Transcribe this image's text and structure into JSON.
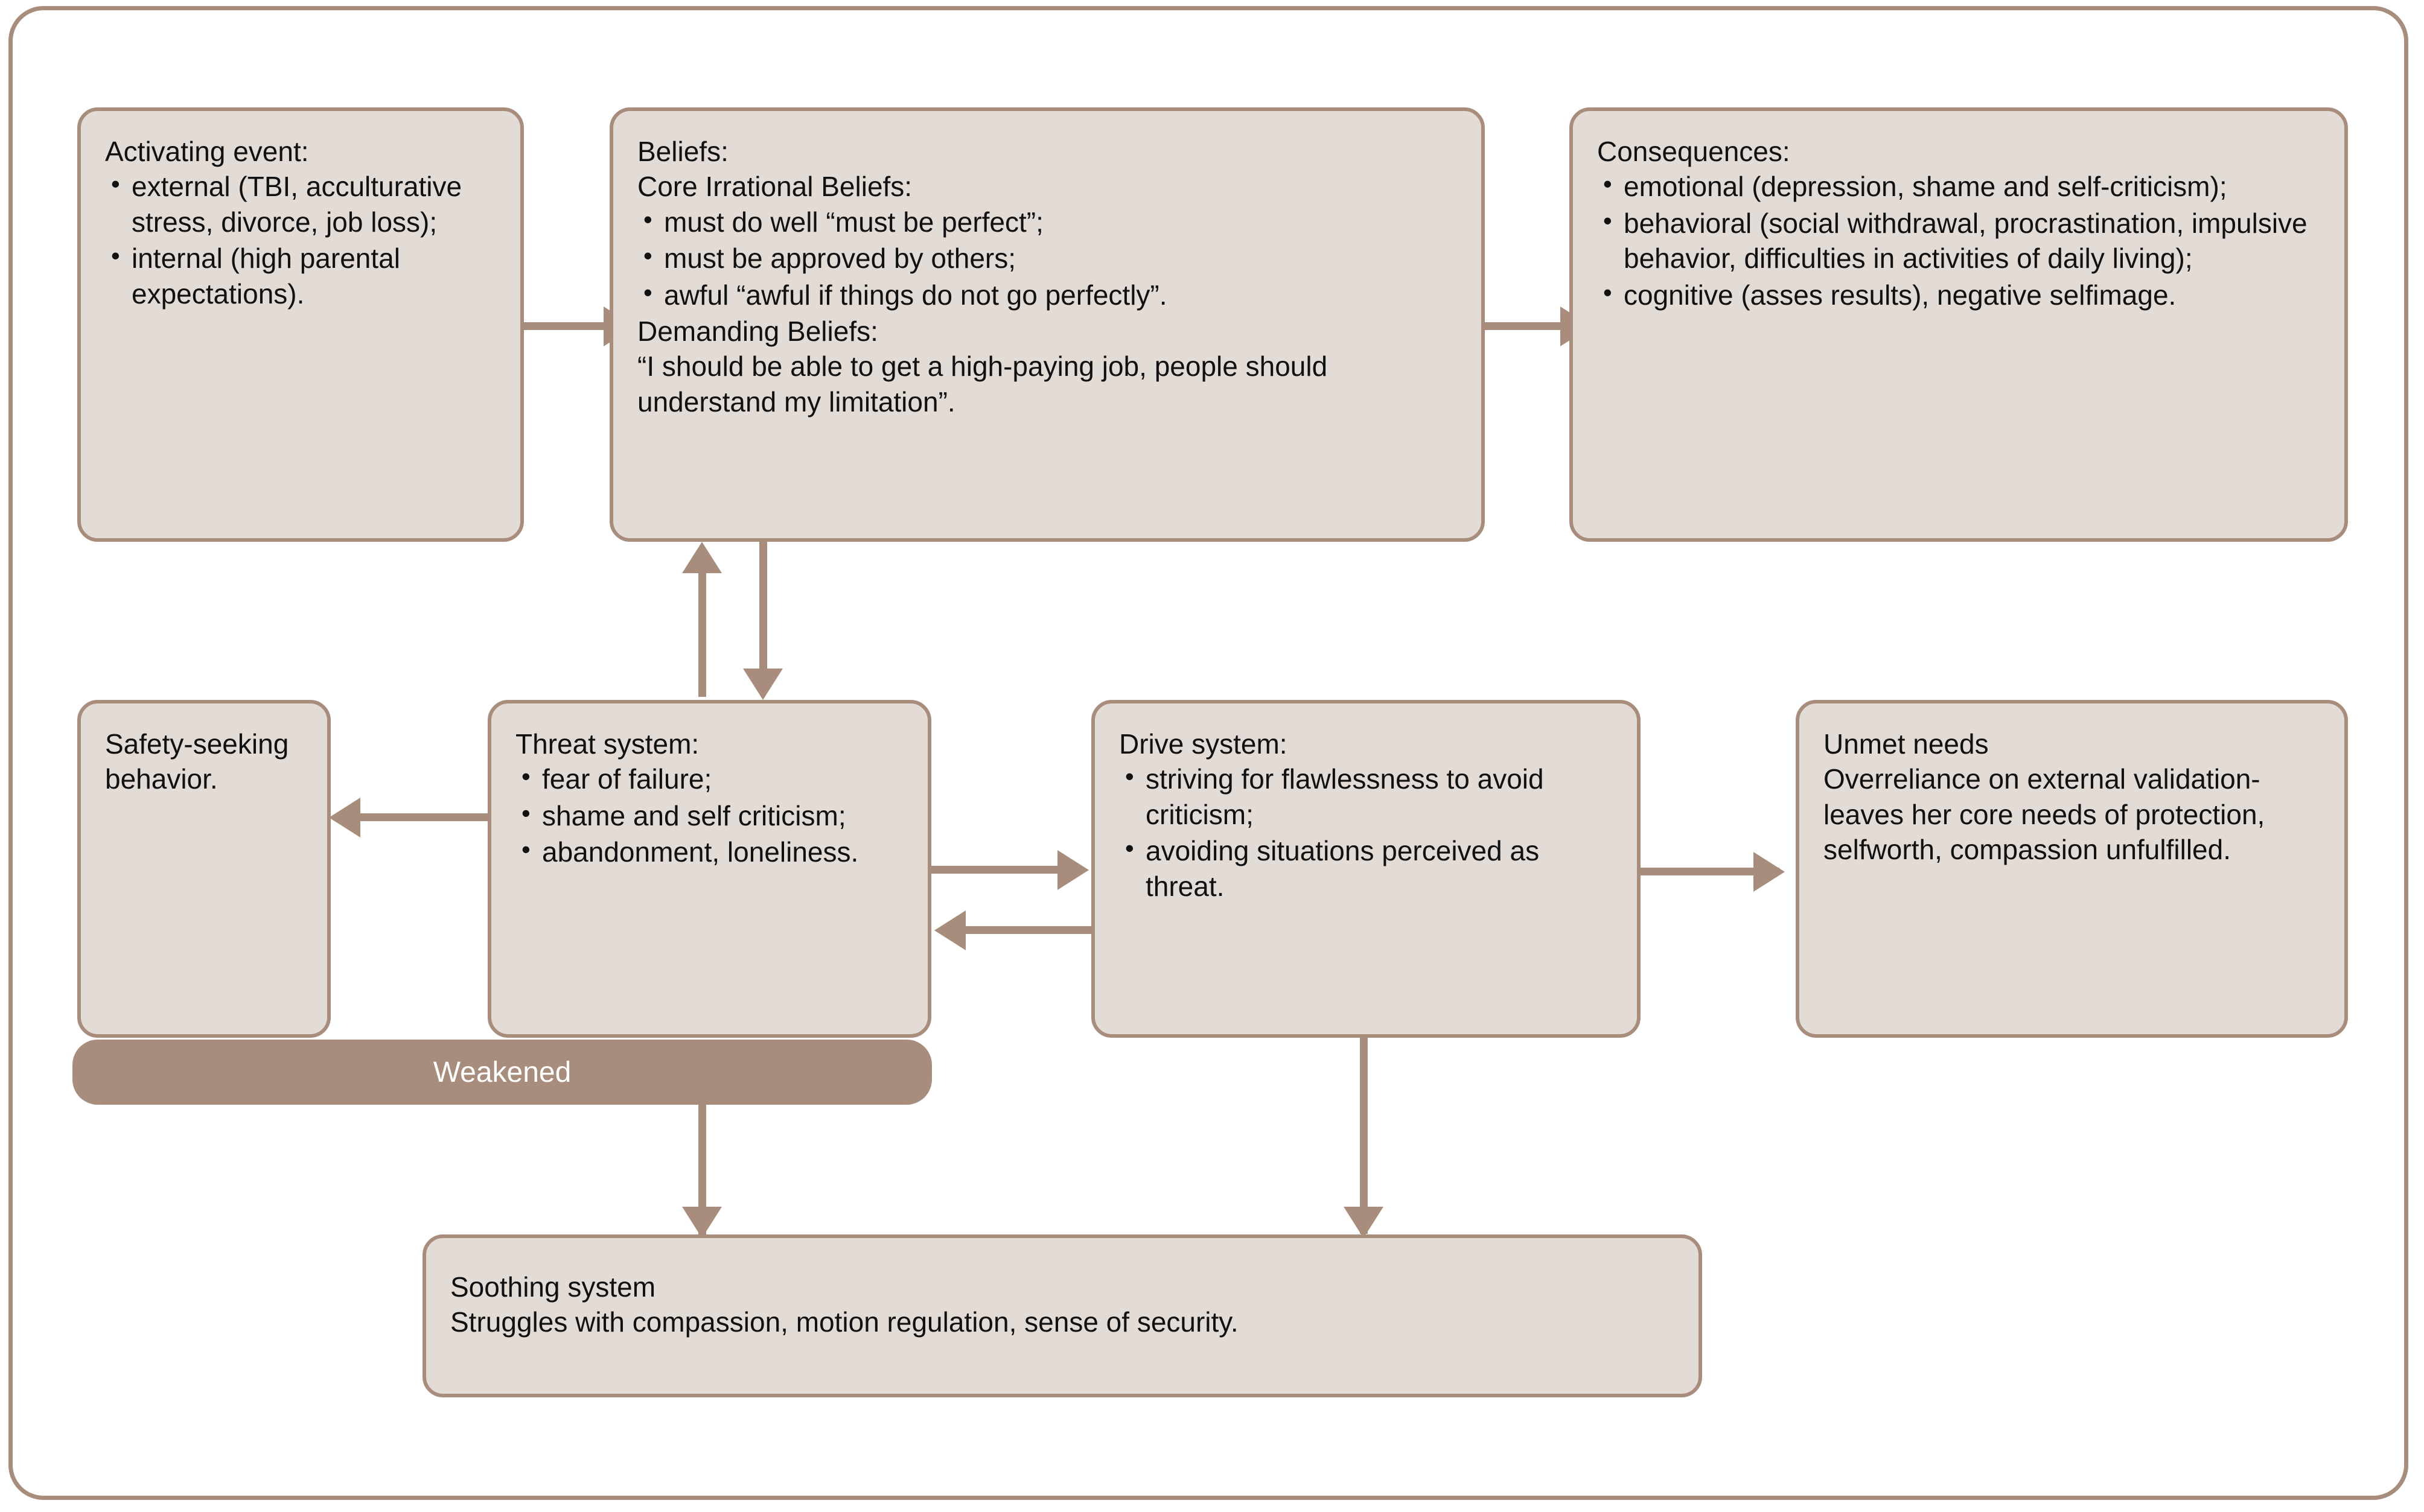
{
  "diagram": {
    "title": "CBT / Compassion-Focused formulation flow diagram",
    "colors": {
      "box_fill": "#e3dbd6",
      "box_border": "#a98d7c",
      "band_fill": "#a98d7c",
      "band_text": "#ffffff",
      "arrow": "#a98d7c",
      "text": "#111111",
      "background": "#ffffff"
    },
    "boxes": {
      "activating_event": {
        "heading": "Activating event:",
        "bullets": [
          "external (TBI, acculturative stress, divorce, job loss);",
          "internal (high parental expectations)."
        ]
      },
      "beliefs": {
        "heading": "Beliefs:\nCore Irrational Beliefs:",
        "bullets": [
          "must do well “must be perfect”;",
          "must be approved by others;",
          "awful “awful if things do not go perfectly”."
        ],
        "footer": "Demanding Beliefs:\n“I should be able to get a high-paying job, people should understand my limitation”."
      },
      "consequences": {
        "heading": "Consequences:",
        "bullets": [
          "emotional (depression, shame and self-criticism);",
          "behavioral (social withdrawal, procrastination, impulsive behavior, difficulties in activities of daily living);",
          "cognitive (asses results), negative selfimage."
        ]
      },
      "safety_seeking": {
        "text": "Safety-seeking behavior."
      },
      "threat_system": {
        "heading": "Threat system:",
        "bullets": [
          "fear of failure;",
          "shame and self criticism;",
          "abandonment, loneliness."
        ]
      },
      "drive_system": {
        "heading": "Drive system:",
        "bullets": [
          "striving for flawlessness to avoid criticism;",
          "avoiding situations perceived as threat."
        ]
      },
      "unmet_needs": {
        "text": "Unmet needs\nOverreliance on external validation- leaves her core needs of protection, selfworth, compassion unfulfilled."
      },
      "soothing_system": {
        "text": "Soothing system\nStruggles with compassion, motion regulation, sense of security."
      }
    },
    "band": {
      "weakened_label": "Weakened"
    },
    "connectors": [
      {
        "from": "activating_event",
        "to": "beliefs",
        "direction": "right"
      },
      {
        "from": "beliefs",
        "to": "consequences",
        "direction": "right"
      },
      {
        "from": "threat_system",
        "to": "beliefs",
        "direction": "up"
      },
      {
        "from": "beliefs",
        "to": "threat_system",
        "direction": "down"
      },
      {
        "from": "threat_system",
        "to": "safety_seeking",
        "direction": "left"
      },
      {
        "from": "threat_system",
        "to": "drive_system",
        "direction": "right"
      },
      {
        "from": "drive_system",
        "to": "threat_system",
        "direction": "left"
      },
      {
        "from": "drive_system",
        "to": "unmet_needs",
        "direction": "right"
      },
      {
        "from": "weakened",
        "to": "soothing_system",
        "direction": "down"
      },
      {
        "from": "drive_system",
        "to": "soothing_system",
        "direction": "down"
      }
    ]
  }
}
